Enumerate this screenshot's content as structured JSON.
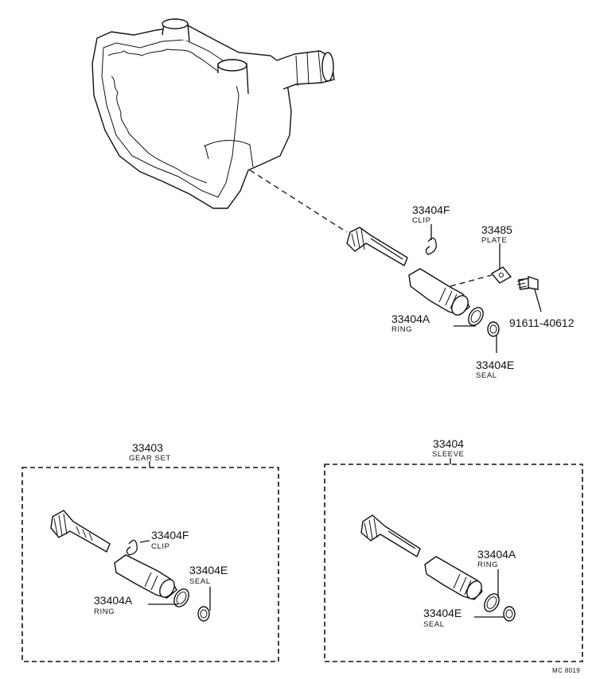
{
  "callouts": {
    "clip_top": {
      "number": "33404F",
      "name": "CLIP"
    },
    "plate": {
      "number": "33485",
      "name": "PLATE"
    },
    "ring_top": {
      "number": "33404A",
      "name": "RING"
    },
    "bolt": {
      "number": "91611-40612"
    },
    "seal_top": {
      "number": "33404E",
      "name": "SEAL"
    }
  },
  "gear_set_box": {
    "number": "33403",
    "name": "GEAR SET",
    "clip": {
      "number": "33404F",
      "name": "CLIP"
    },
    "seal": {
      "number": "33404E",
      "name": "SEAL"
    },
    "ring": {
      "number": "33404A",
      "name": "RING"
    }
  },
  "sleeve_box": {
    "number": "33404",
    "name": "SLEEVE",
    "ring": {
      "number": "33404A",
      "name": "RING"
    },
    "seal": {
      "number": "33404E",
      "name": "SEAL"
    }
  },
  "drawing_code": "MC 8019"
}
